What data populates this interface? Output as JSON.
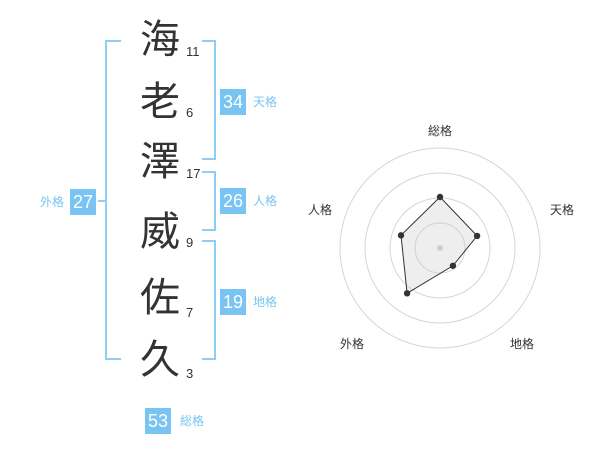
{
  "name": {
    "characters": [
      {
        "char": "海",
        "strokes": "11"
      },
      {
        "char": "老",
        "strokes": "6"
      },
      {
        "char": "澤",
        "strokes": "17"
      },
      {
        "char": "威",
        "strokes": "9"
      },
      {
        "char": "佐",
        "strokes": "7"
      },
      {
        "char": "久",
        "strokes": "3"
      }
    ]
  },
  "kaku": {
    "tenkaku": {
      "value": "34",
      "label": "天格"
    },
    "jinkaku": {
      "value": "26",
      "label": "人格"
    },
    "chikaku": {
      "value": "19",
      "label": "地格"
    },
    "gaikaku": {
      "value": "27",
      "label": "外格"
    },
    "soukaku": {
      "value": "53",
      "label": "総格"
    }
  },
  "colors": {
    "accent": "#79c4f2",
    "bracket": "#8ecdf5"
  },
  "chart_data": {
    "type": "radar",
    "axes": [
      "総格",
      "天格",
      "地格",
      "外格",
      "人格"
    ],
    "values": [
      0.51,
      0.39,
      0.22,
      0.56,
      0.41
    ],
    "rings": 4,
    "range": [
      0,
      1
    ]
  }
}
